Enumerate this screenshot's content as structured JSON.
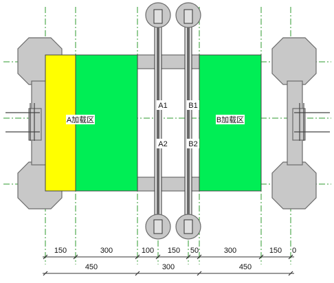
{
  "zones": {
    "a_label": "A加载区",
    "b_label": "B加载区"
  },
  "supports": {
    "a1": "A1",
    "a2": "A2",
    "b1": "B1",
    "b2": "B2"
  },
  "dimensions": {
    "top_row": [
      "150",
      "300",
      "100",
      "150",
      "50",
      "300",
      "150",
      "0"
    ],
    "bottom_row": [
      "450",
      "300",
      "450"
    ]
  },
  "colors": {
    "green_zone": "#00ee55",
    "yellow_zone": "#ffff00",
    "concrete": "#c8c8c8",
    "grid_line": "#2e9a2e"
  }
}
